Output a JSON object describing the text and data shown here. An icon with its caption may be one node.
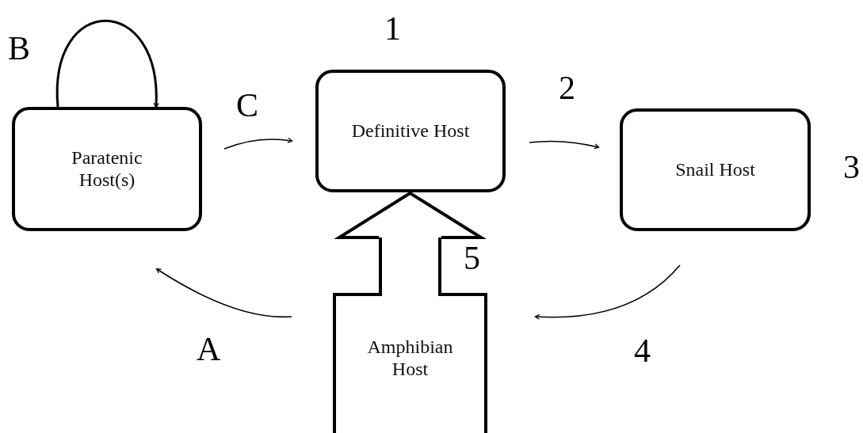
{
  "diagram": {
    "nodes": [
      {
        "text": [
          "Paratenic Host(s)"
        ]
      },
      {
        "text": [
          "Definitive Host"
        ],
        "beside": [
          "1"
        ]
      },
      {
        "text": [
          "Snail Host"
        ],
        "beside": [
          "3"
        ]
      },
      {
        "text": [
          "Amphibian Host"
        ]
      }
    ],
    "edges": [
      {
        "from": 0,
        "to": 0,
        "arrow": "to",
        "label": "B"
      },
      {
        "from": 0,
        "to": 1,
        "arrow": "to",
        "label": "C"
      },
      {
        "from": 1,
        "to": 2,
        "arrow": "to",
        "label": "2"
      },
      {
        "from": 2,
        "to": 3,
        "arrow": "to",
        "label": "4"
      },
      {
        "from": 3,
        "to": 0,
        "arrow": "to",
        "label": "A"
      },
      {
        "from": 3,
        "to": 1,
        "arrow": "to",
        "label": "5",
        "style": "thick"
      }
    ]
  }
}
